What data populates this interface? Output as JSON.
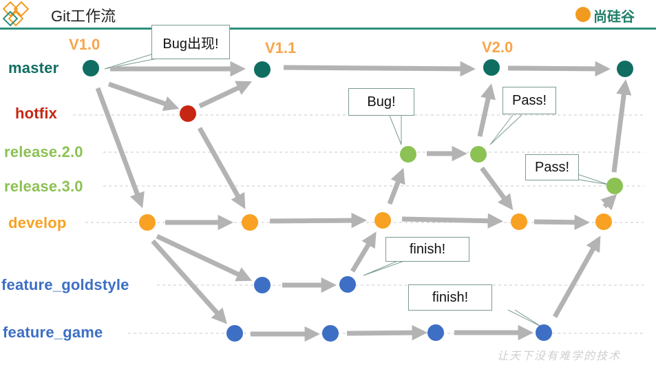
{
  "header": {
    "title": "Git工作流",
    "brand": "尚硅谷",
    "watermark": "让天下没有难学的技术"
  },
  "colors": {
    "master": "#0f6e61",
    "hotfix": "#c72613",
    "release": "#8cc153",
    "develop": "#f8a122",
    "feature": "#3d6fc4",
    "arrow": "#b3b3b3",
    "accent": "#2f8f7b"
  },
  "branches": [
    {
      "id": "master",
      "label": "master",
      "color": "#0f6e61"
    },
    {
      "id": "hotfix",
      "label": "hotfix",
      "color": "#c72613"
    },
    {
      "id": "release2",
      "label": "release.2.0",
      "color": "#8cc153"
    },
    {
      "id": "release3",
      "label": "release.3.0",
      "color": "#8cc153"
    },
    {
      "id": "develop",
      "label": "develop",
      "color": "#f8a122"
    },
    {
      "id": "goldstyle",
      "label": "feature_goldstyle",
      "color": "#3d6fc4"
    },
    {
      "id": "game",
      "label": "feature_game",
      "color": "#3d6fc4"
    }
  ],
  "versions": [
    "V1.0",
    "V1.1",
    "V2.0"
  ],
  "callouts": [
    "Bug出现!",
    "Bug!",
    "Pass!",
    "Pass!",
    "finish!",
    "finish!"
  ]
}
